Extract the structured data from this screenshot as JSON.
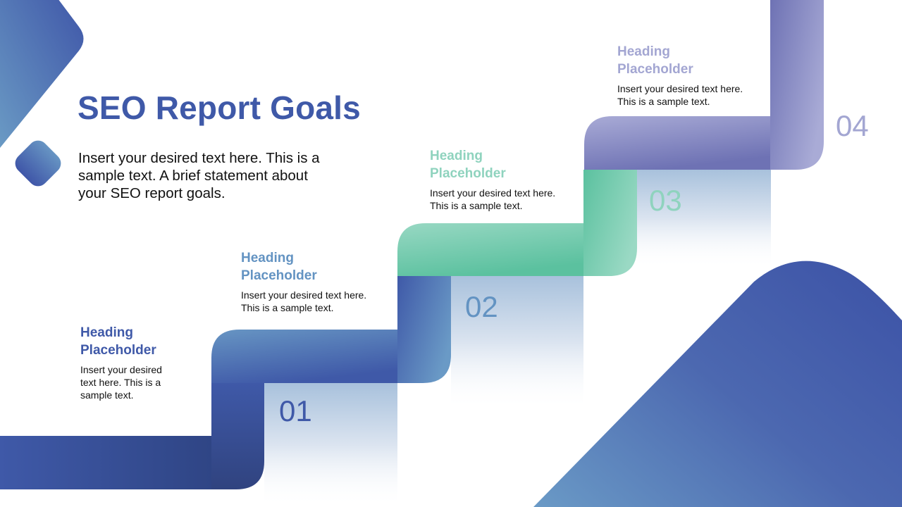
{
  "slide": {
    "title": "SEO Report Goals",
    "intro": "Insert your desired text here. This is a sample text. A brief statement about your SEO report goals."
  },
  "steps": [
    {
      "number": "01",
      "heading_line1": "Heading",
      "heading_line2": "Placeholder",
      "body": "Insert your desired text here. This is a sample text.",
      "color": "#3f59a8"
    },
    {
      "number": "02",
      "heading_line1": "Heading",
      "heading_line2": "Placeholder",
      "body": "Insert your desired text here. This is a sample text.",
      "color": "#6393c2"
    },
    {
      "number": "03",
      "heading_line1": "Heading",
      "heading_line2": "Placeholder",
      "body": "Insert your desired text here. This is a sample text.",
      "color": "#8fd3be"
    },
    {
      "number": "04",
      "heading_line1": "Heading",
      "heading_line2": "Placeholder",
      "body": "Insert your desired text here. This is a sample text.",
      "color": "#a3a6d2"
    }
  ],
  "colors": {
    "primary_blue": "#3f59a8",
    "light_blue": "#6795c3",
    "green": "#5cc3a0",
    "light_green": "#94d6c0",
    "purple": "#7074b5",
    "light_purple": "#a7a9d4"
  }
}
